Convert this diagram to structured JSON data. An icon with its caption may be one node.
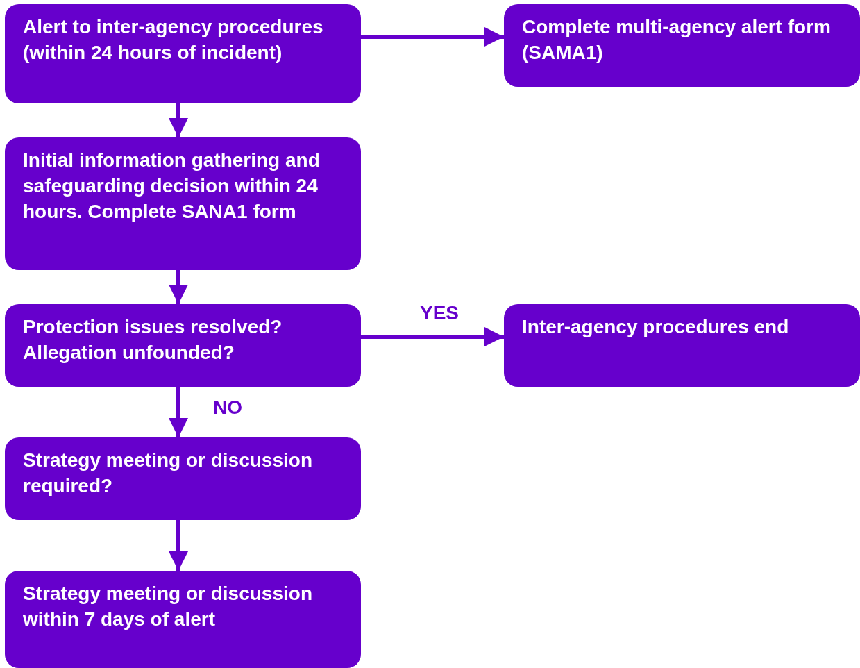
{
  "diagram": {
    "nodes": [
      {
        "text": [
          "Alert to inter-agency procedures (within 24 hours of incident)"
        ]
      },
      {
        "text": [
          "Complete multi-agency alert form (SAMA1)"
        ]
      },
      {
        "text": [
          "Initial information gathering and safeguarding decision within 24 hours. Complete SANA1 form"
        ]
      },
      {
        "text": [
          "Protection issues resolved? Allegation unfounded?"
        ]
      },
      {
        "text": [
          "Inter-agency procedures end"
        ]
      },
      {
        "text": [
          "Strategy meeting or discussion required?"
        ]
      },
      {
        "text": [
          "Strategy meeting or discussion within 7 days of alert"
        ]
      }
    ],
    "edges": [
      {
        "from": 0,
        "to": 1,
        "arrow": "to"
      },
      {
        "from": 0,
        "to": 2,
        "arrow": "to"
      },
      {
        "from": 2,
        "to": 3,
        "arrow": "to"
      },
      {
        "from": 3,
        "to": 4,
        "arrow": "to",
        "label": "YES"
      },
      {
        "from": 3,
        "to": 5,
        "arrow": "to",
        "label": "NO"
      },
      {
        "from": 5,
        "to": 6,
        "arrow": "to"
      }
    ]
  }
}
